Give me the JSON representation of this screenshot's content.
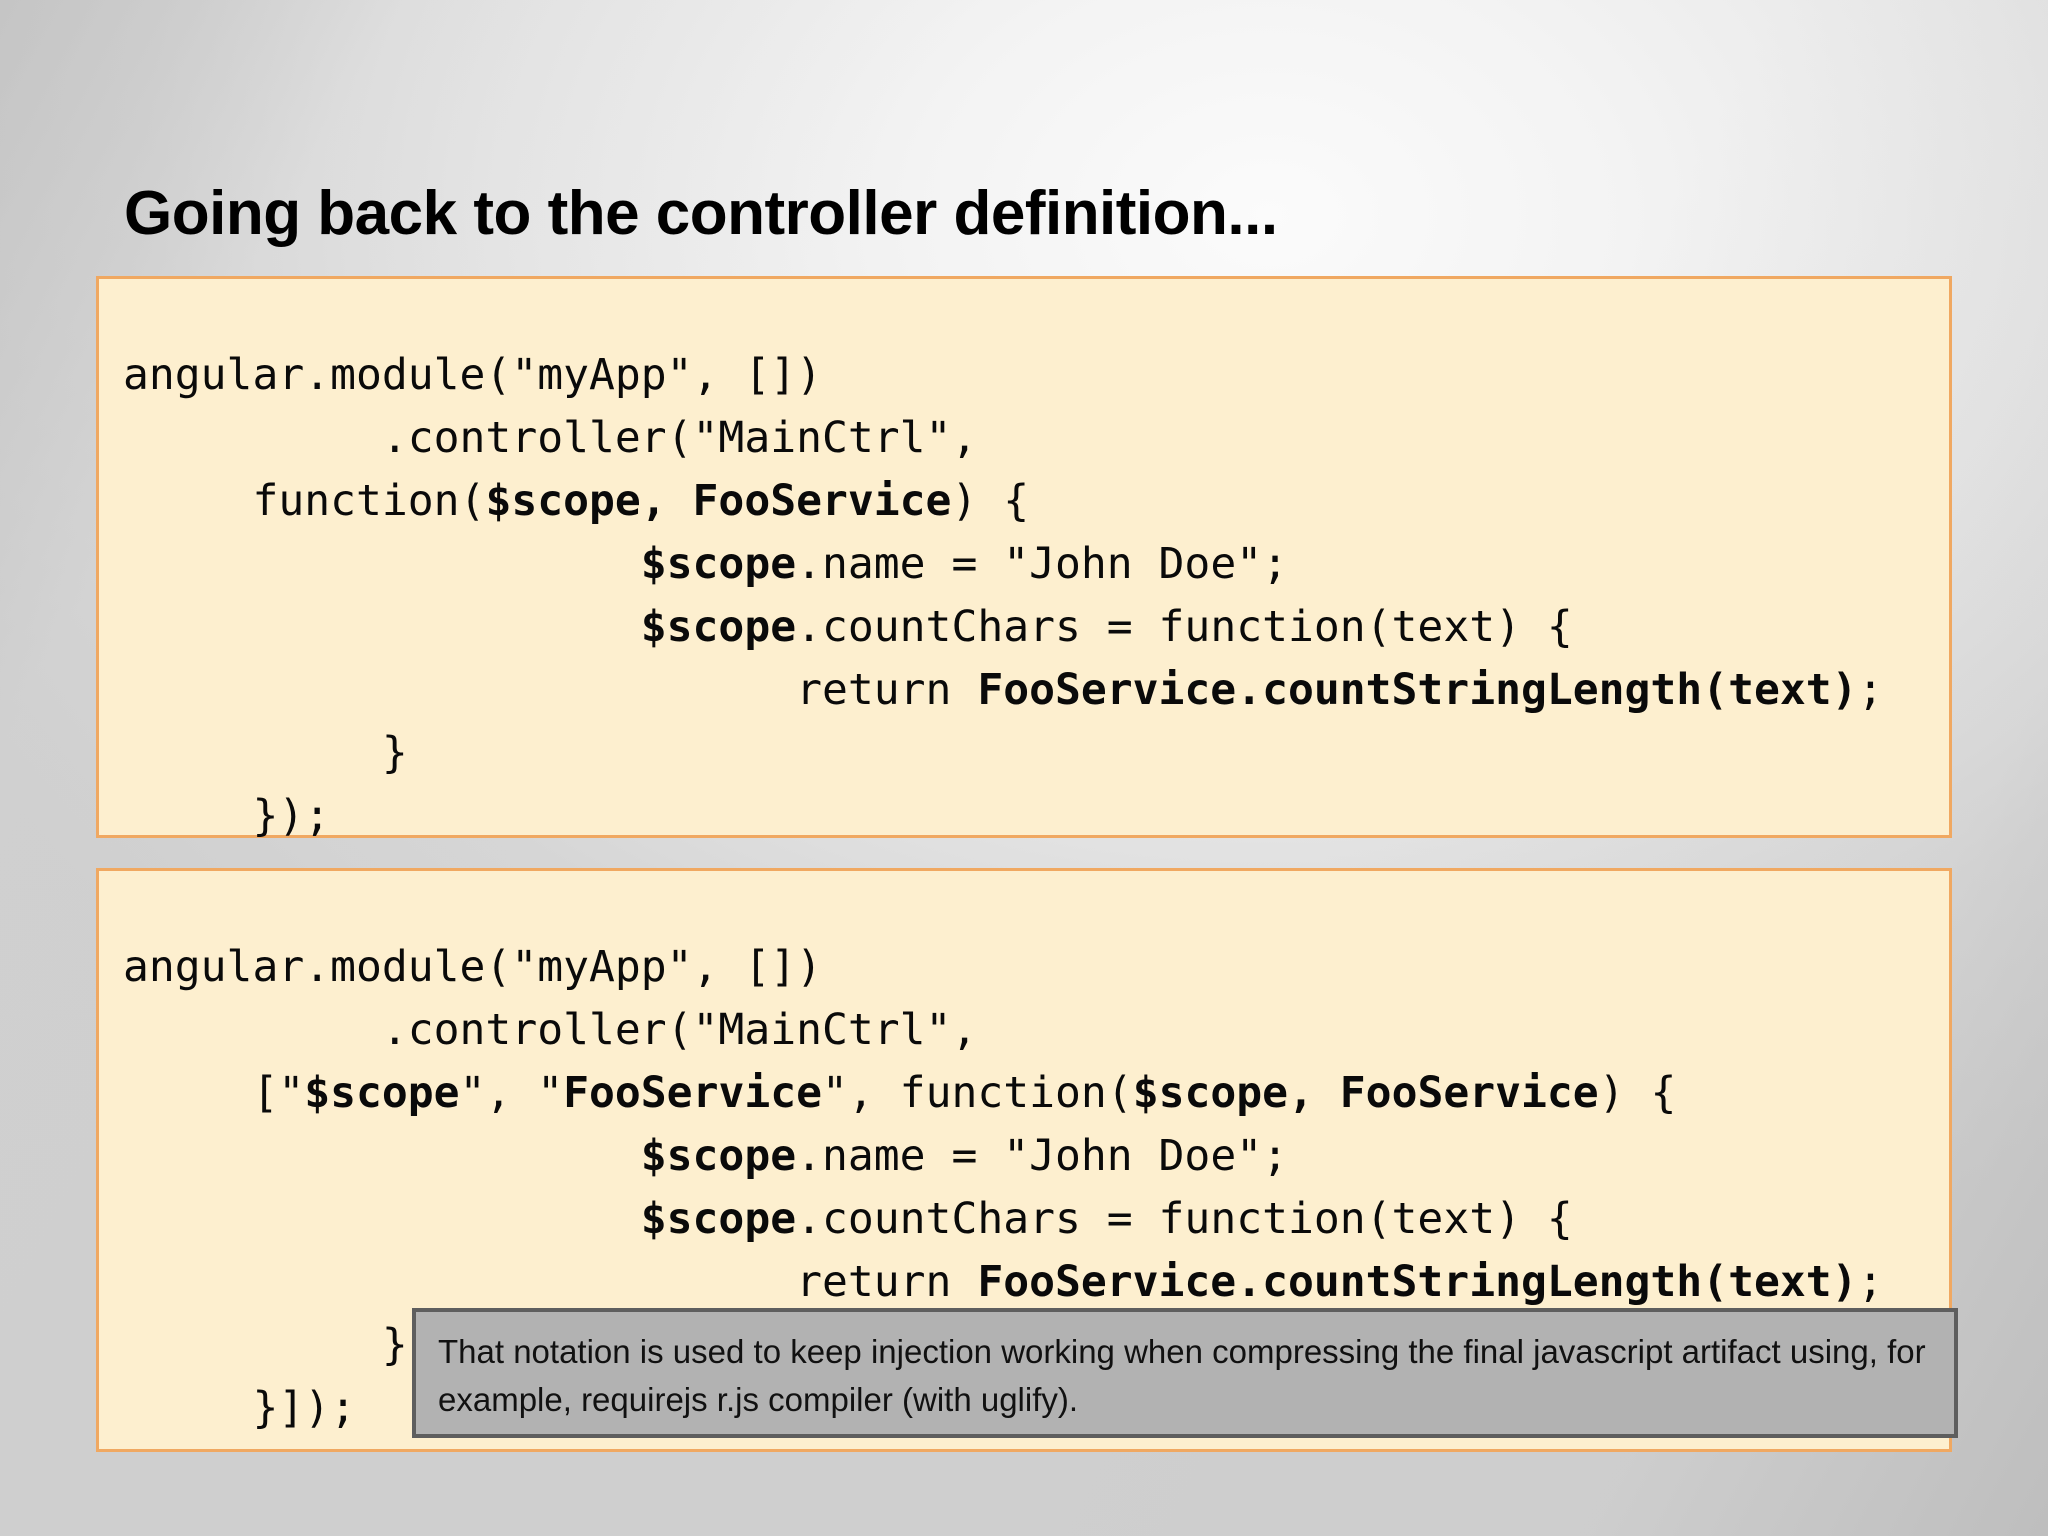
{
  "slide": {
    "title": "Going back to the controller definition...",
    "background_color": "#e3e3e3",
    "accent_color": "#f0a861",
    "code_background": "#fdefcf",
    "callout_background": "#b2b2b2",
    "callout_border": "#5e5e5e"
  },
  "code_blocks": [
    {
      "id": "code-block-1",
      "lines": [
        "angular.module(\"myApp\", [])",
        "          .controller(\"MainCtrl\",",
        "     function($scope, FooService) {",
        "                    $scope.name = \"John Doe\";",
        "                    $scope.countChars = function(text) {",
        "                          return FooService.countStringLength(text);",
        "          }",
        "     });"
      ],
      "html_lines": [
        "angular.module(\"myApp\", [])",
        "          .controller(\"MainCtrl\",",
        "     function(<b>$scope, FooService</b>) {",
        "                    <b>$scope</b>.name = \"John Doe\";",
        "                    <b>$scope</b>.countChars = function(text) {",
        "                          return <b>FooService.countStringLength(text)</b>;",
        "          }",
        "     });"
      ]
    },
    {
      "id": "code-block-2",
      "lines": [
        "angular.module(\"myApp\", [])",
        "          .controller(\"MainCtrl\",",
        "     [\"$scope\", \"FooService\", function($scope, FooService) {",
        "                    $scope.name = \"John Doe\";",
        "                    $scope.countChars = function(text) {",
        "                          return FooService.countStringLength(text);",
        "          }",
        "     }]);"
      ],
      "html_lines": [
        "angular.module(\"myApp\", [])",
        "          .controller(\"MainCtrl\",",
        "     [\"<b>$scope</b>\", \"<b>FooService</b>\", function(<b>$scope, FooService</b>) {",
        "                    <b>$scope</b>.name = \"John Doe\";",
        "                    <b>$scope</b>.countChars = function(text) {",
        "                          return <b>FooService.countStringLength(text)</b>;",
        "          }",
        "     }]);"
      ]
    }
  ],
  "callout": {
    "text": "That notation is used to keep injection working when compressing the final javascript artifact using, for example, requirejs r.js compiler (with uglify)."
  }
}
